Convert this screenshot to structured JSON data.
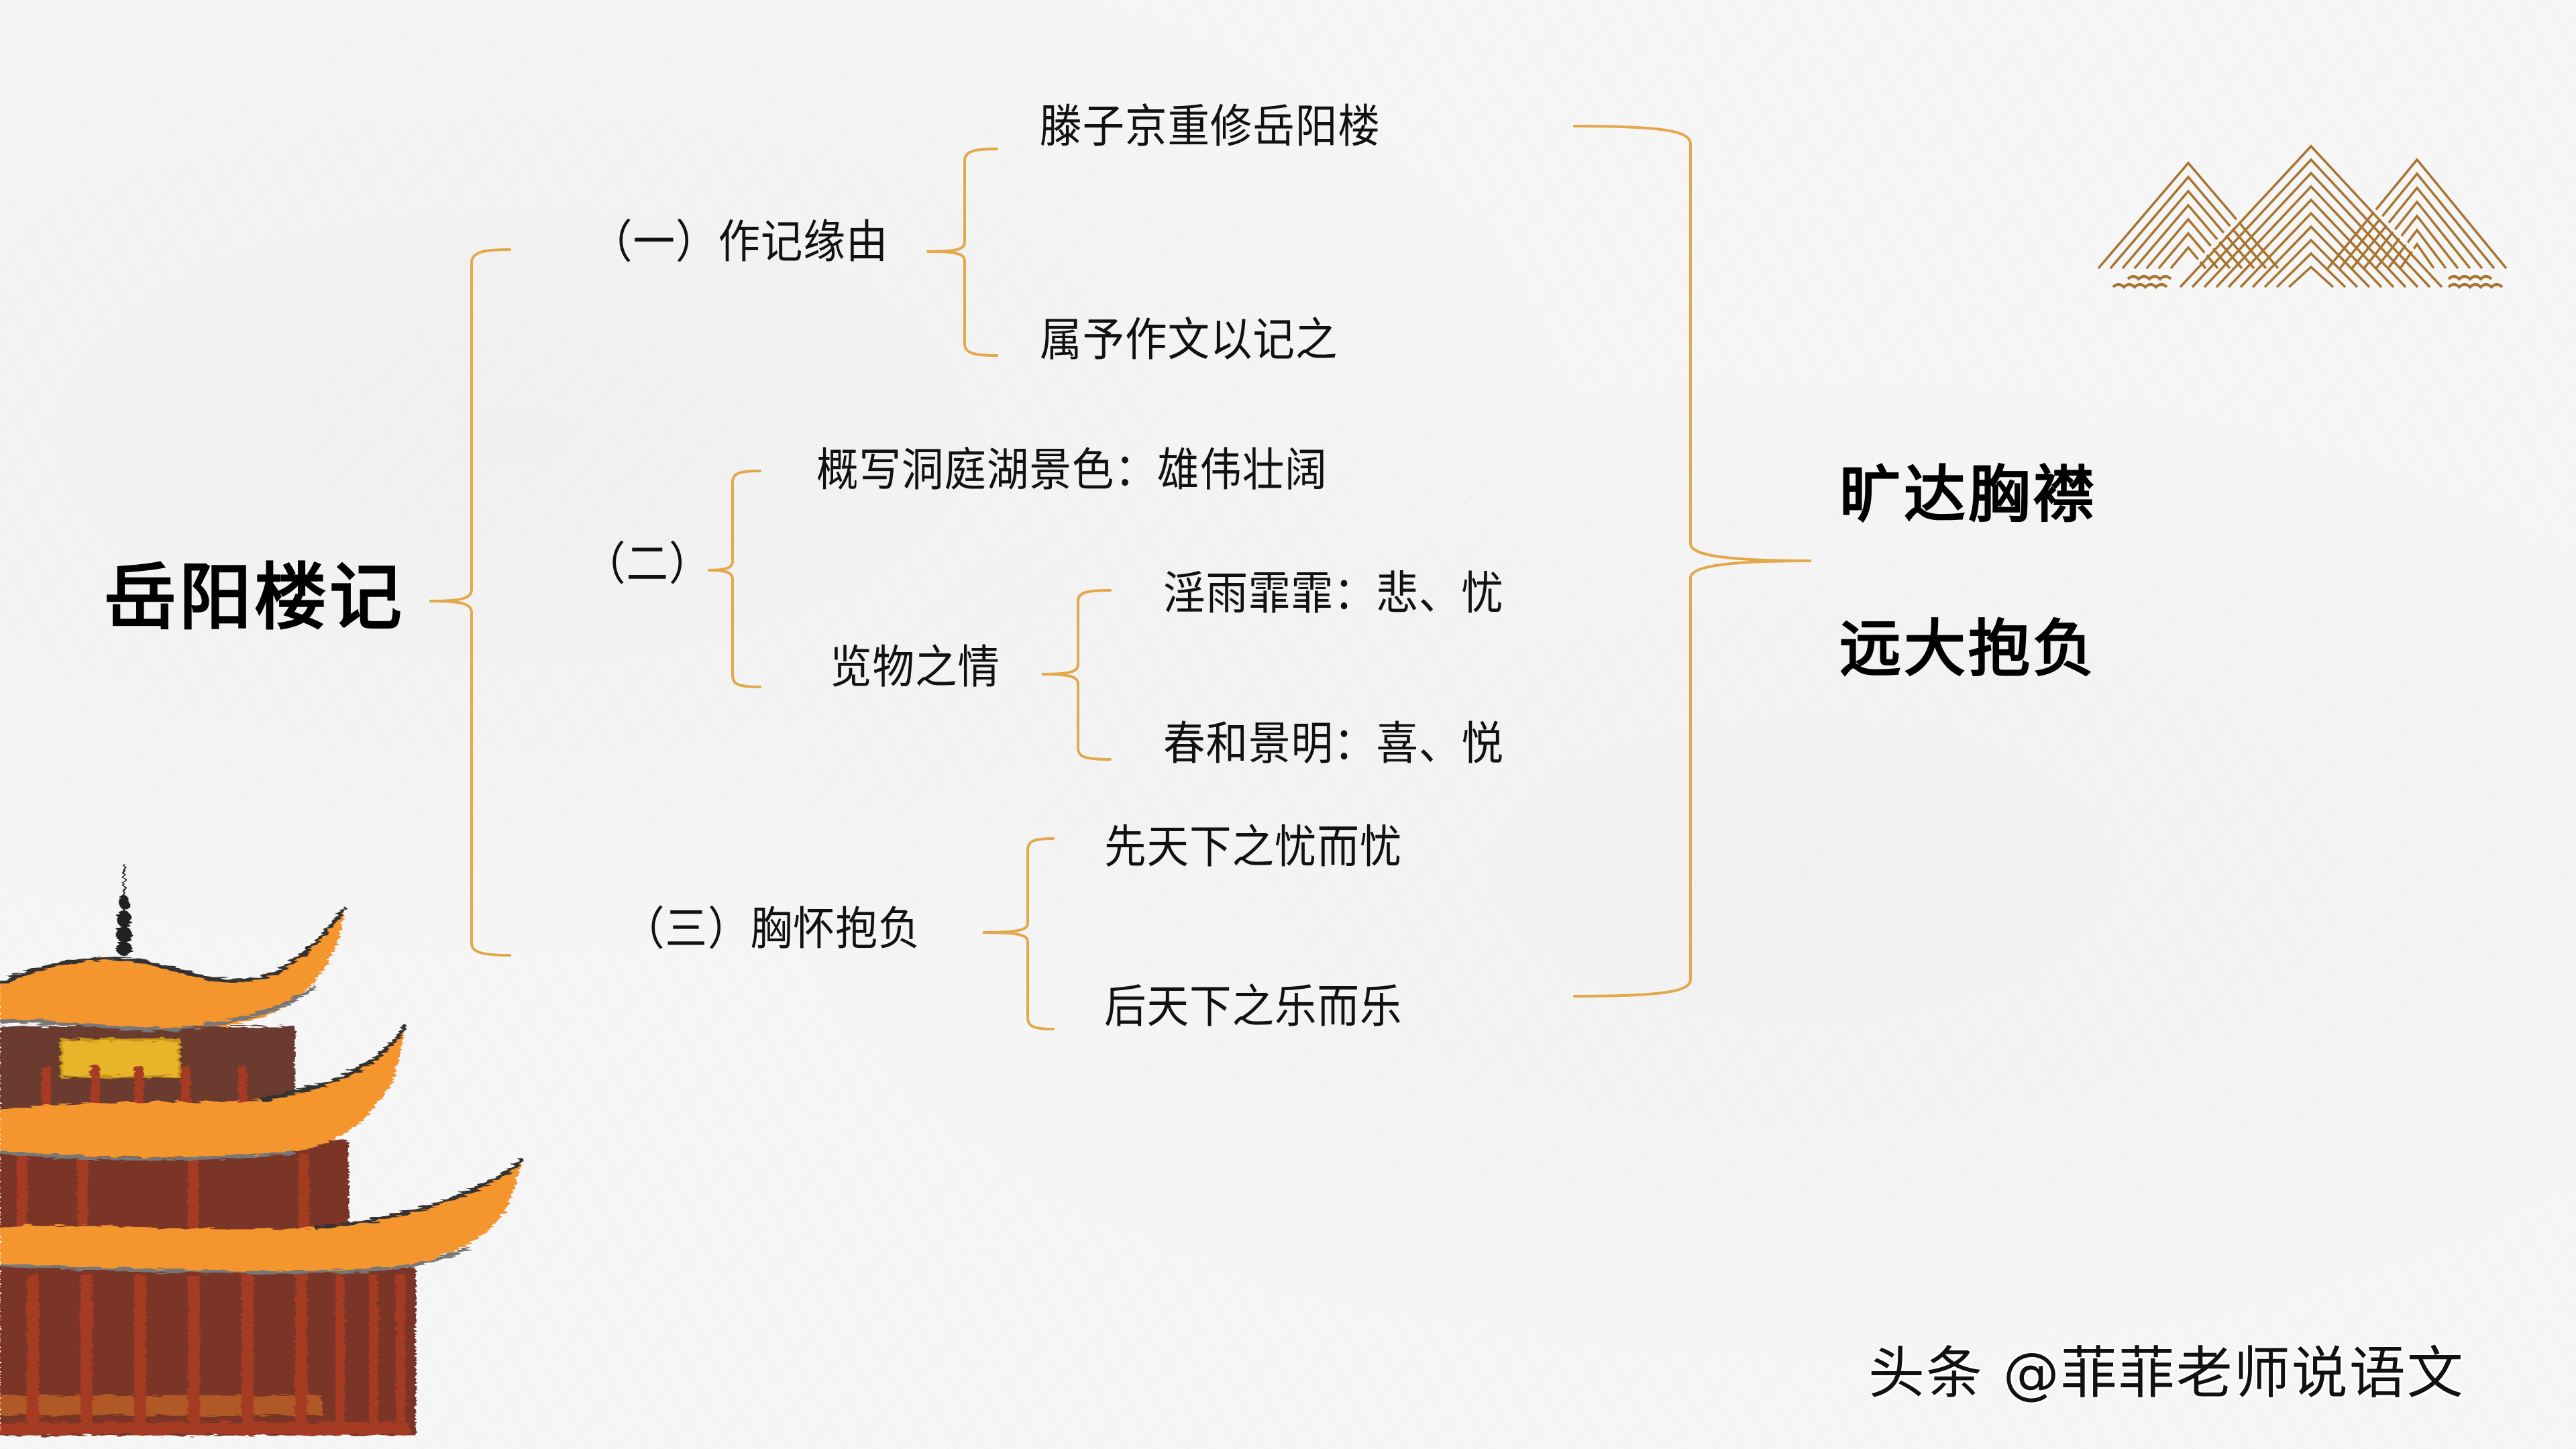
{
  "slide": {
    "title": "岳阳楼记",
    "background_color": "#f6f6f6",
    "bracket_color": "#e2a84a",
    "accent_brown": "#a8732e"
  },
  "section_1": {
    "label": "（一）作记缘由",
    "children": [
      "滕子京重修岳阳楼",
      "属予作文以记之"
    ]
  },
  "section_2": {
    "label": "（二）",
    "children": {
      "overview": "概写洞庭湖景色：雄伟壮阔",
      "feelings_label": "览物之情",
      "feelings": [
        "淫雨霏霏：悲、忧",
        "春和景明：喜、悦"
      ]
    }
  },
  "section_3": {
    "label": "（三）胸怀抱负",
    "children": [
      "先天下之忧而忧",
      "后天下之乐而乐"
    ]
  },
  "summary": [
    "旷达胸襟",
    "远大抱负"
  ],
  "watermark": "头条 @菲菲老师说语文",
  "decorations": {
    "top_right": "mountains-icon",
    "bottom_left": "pagoda-illustration"
  }
}
